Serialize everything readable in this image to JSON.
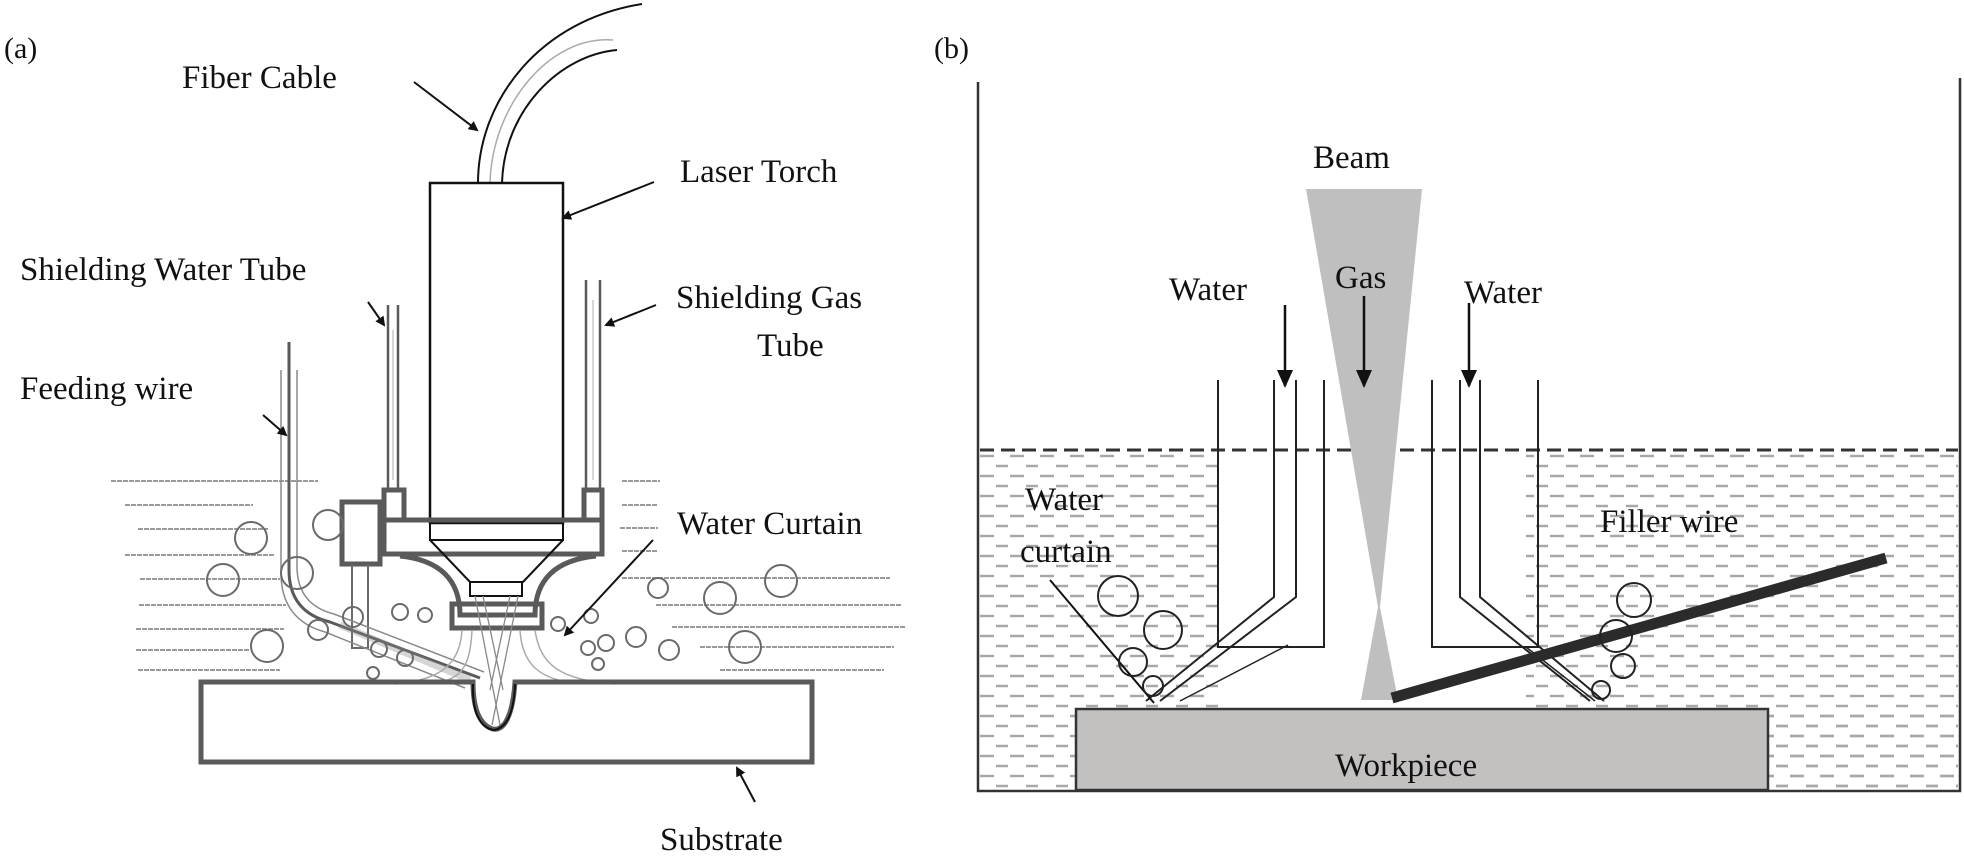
{
  "figure": {
    "panel_a": {
      "tag": "(a)",
      "labels": {
        "fiber_cable": "Fiber Cable",
        "laser_torch": "Laser Torch",
        "shielding_water_tube": "Shielding Water Tube",
        "shielding_gas_tube_line1": "Shielding Gas",
        "shielding_gas_tube_line2": "Tube",
        "feeding_wire": "Feeding wire",
        "water_curtain": "Water Curtain",
        "substrate": "Substrate"
      }
    },
    "panel_b": {
      "tag": "(b)",
      "labels": {
        "beam": "Beam",
        "gas": "Gas",
        "water_left": "Water",
        "water_right": "Water",
        "water_curtain_line1": "Water",
        "water_curtain_line2": "curtain",
        "filler_wire": "Filler wire",
        "workpiece": "Workpiece"
      }
    },
    "colors": {
      "ink": "#111111",
      "structure_gray": "#5a5a5a",
      "beam_gray": "#c0bfbf",
      "workpiece_fill": "#c3c0c0",
      "filler_wire": "#2b2b2b"
    }
  }
}
